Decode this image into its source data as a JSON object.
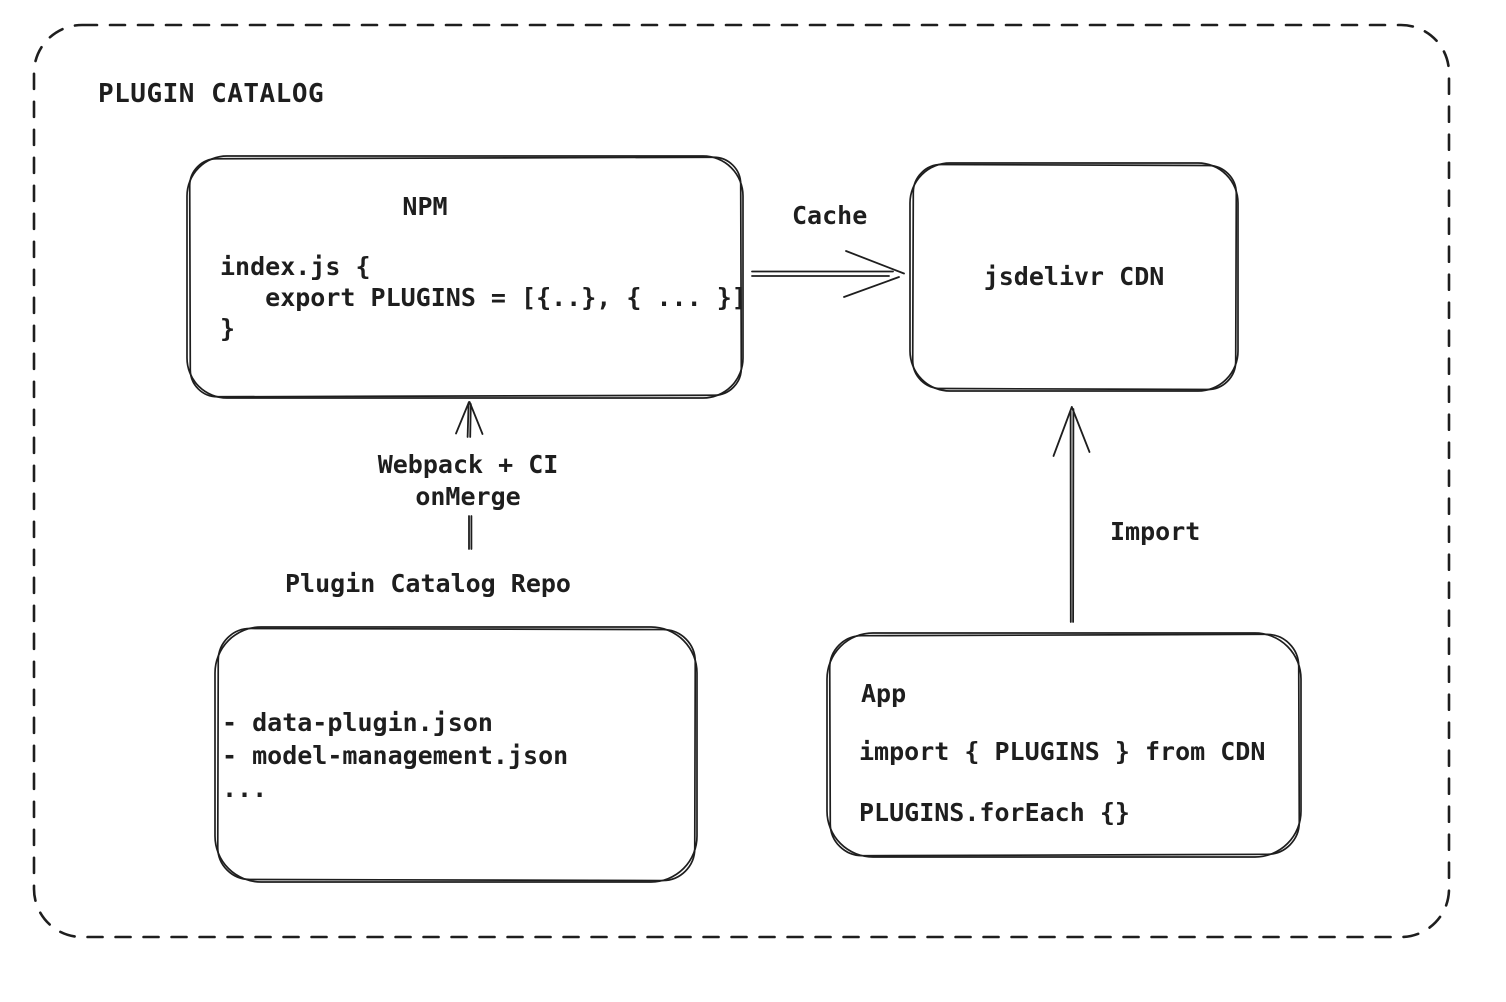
{
  "colors": {
    "ink": "#1e1e1e",
    "background": "#ffffff"
  },
  "title": "PLUGIN CATALOG",
  "nodes": {
    "npm": {
      "title": "NPM",
      "code": [
        "index.js {",
        "   export PLUGINS = [{..}, { ... }]",
        "}"
      ]
    },
    "cdn": {
      "label": "jsdelivr CDN"
    },
    "repo": {
      "label": "Plugin Catalog Repo",
      "files": [
        "- data-plugin.json",
        "- model-management.json",
        "..."
      ]
    },
    "app": {
      "title": "App",
      "import_line": "import { PLUGINS } from CDN",
      "foreach_line": "PLUGINS.forEach {}"
    }
  },
  "edges": {
    "cache": {
      "label": "Cache",
      "from": "npm",
      "to": "cdn"
    },
    "build": {
      "label": [
        "Webpack + CI",
        "onMerge"
      ],
      "from": "repo",
      "to": "npm"
    },
    "import": {
      "label": "Import",
      "from": "app",
      "to": "cdn"
    }
  }
}
